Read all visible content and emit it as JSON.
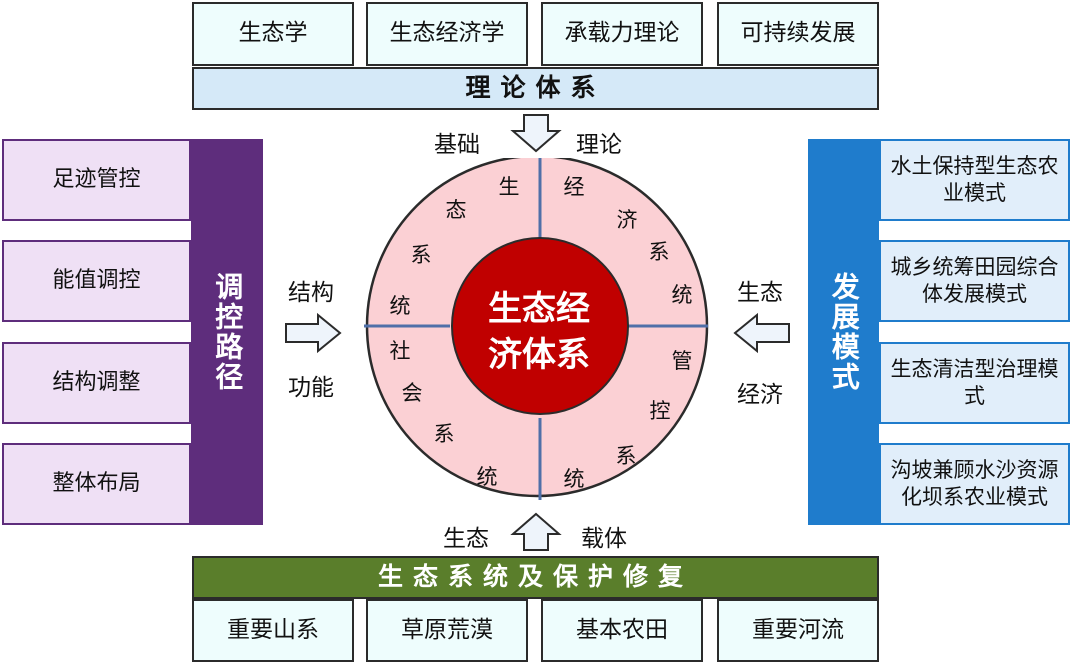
{
  "theory": {
    "items": [
      "生态学",
      "生态经济学",
      "承载力理论",
      "可持续发展"
    ],
    "bar": "理论体系"
  },
  "left": {
    "bar": "调控路径",
    "items": [
      "足迹管控",
      "能值调控",
      "结构调整",
      "整体布局"
    ]
  },
  "right": {
    "bar": "发展模式",
    "items": [
      "水土保持型生态农业模式",
      "城乡统筹田园综合体发展模式",
      "生态清洁型治理模式",
      "沟坡兼顾水沙资源化坝系农业模式"
    ]
  },
  "bottom": {
    "bar": "生态系统及保护修复",
    "items": [
      "重要山系",
      "草原荒漠",
      "基本农田",
      "重要河流"
    ]
  },
  "arrows": {
    "top": [
      "基础",
      "理论"
    ],
    "left": [
      "结构",
      "功能"
    ],
    "right": [
      "生态",
      "经济"
    ],
    "bottom": [
      "生态",
      "载体"
    ]
  },
  "circle": {
    "center": "生态经济体系",
    "ring": {
      "ecological": [
        "生",
        "态",
        "系",
        "统"
      ],
      "economic": [
        "经",
        "济",
        "系",
        "统"
      ],
      "social": [
        "社",
        "会",
        "系",
        "统"
      ],
      "management": [
        "管",
        "控",
        "系",
        "统"
      ]
    }
  },
  "colors": {
    "theory_fill": "#eefdfd",
    "theory_bar": "#d5e9f8",
    "left_bar": "#5e2d7c",
    "left_fill": "#efe0f5",
    "right_bar": "#1f7ccc",
    "right_fill": "#e1eefa",
    "bottom_bar": "#5a7e2b",
    "ring_fill": "#fbd0d4",
    "center_fill": "#c00000",
    "arrow_fill": "#eef4fb"
  }
}
